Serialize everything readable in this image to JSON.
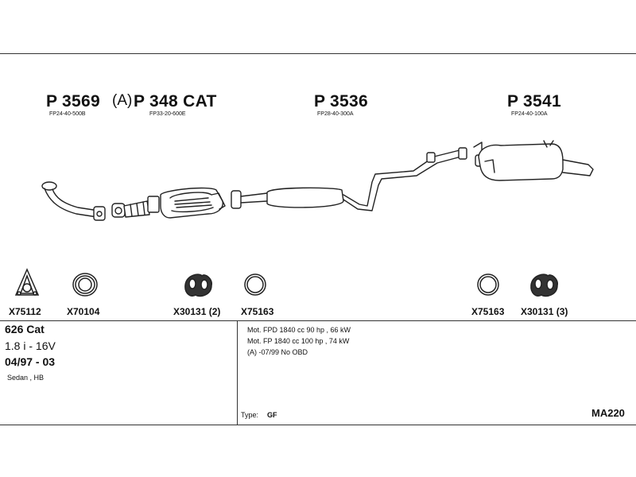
{
  "parts": [
    {
      "number": "P 3569",
      "code": "FP24-40-500B"
    },
    {
      "number": "P 348 CAT",
      "code": "FP33-20-600E"
    },
    {
      "number": "P 3536",
      "code": "FP28-40-300A"
    },
    {
      "number": "P 3541",
      "code": "FP24-40-100A"
    }
  ],
  "part_note": "(A)",
  "accessories": [
    {
      "label": "X75112",
      "shape": "triangle-gasket-icon"
    },
    {
      "label": "X70104",
      "shape": "ring-gasket-icon"
    },
    {
      "label": "X30131 (2)",
      "shape": "rubber-hanger-icon"
    },
    {
      "label": "X75163",
      "shape": "ring-icon"
    },
    {
      "label": "X75163",
      "shape": "ring-icon"
    },
    {
      "label": "X30131 (3)",
      "shape": "rubber-hanger-icon"
    }
  ],
  "vehicle": {
    "model": "626 Cat",
    "engine": "1.8 i - 16V",
    "years": "04/97 - 03",
    "body": "Sedan , HB"
  },
  "engines": [
    "Mot. FPD 1840 cc 90 hp , 66 kW",
    "Mot. FP 1840 cc 100 hp , 74 kW",
    "(A) -07/99 No OBD"
  ],
  "type_label": "Type:",
  "type_value": "GF",
  "diagram_code": "MA220"
}
